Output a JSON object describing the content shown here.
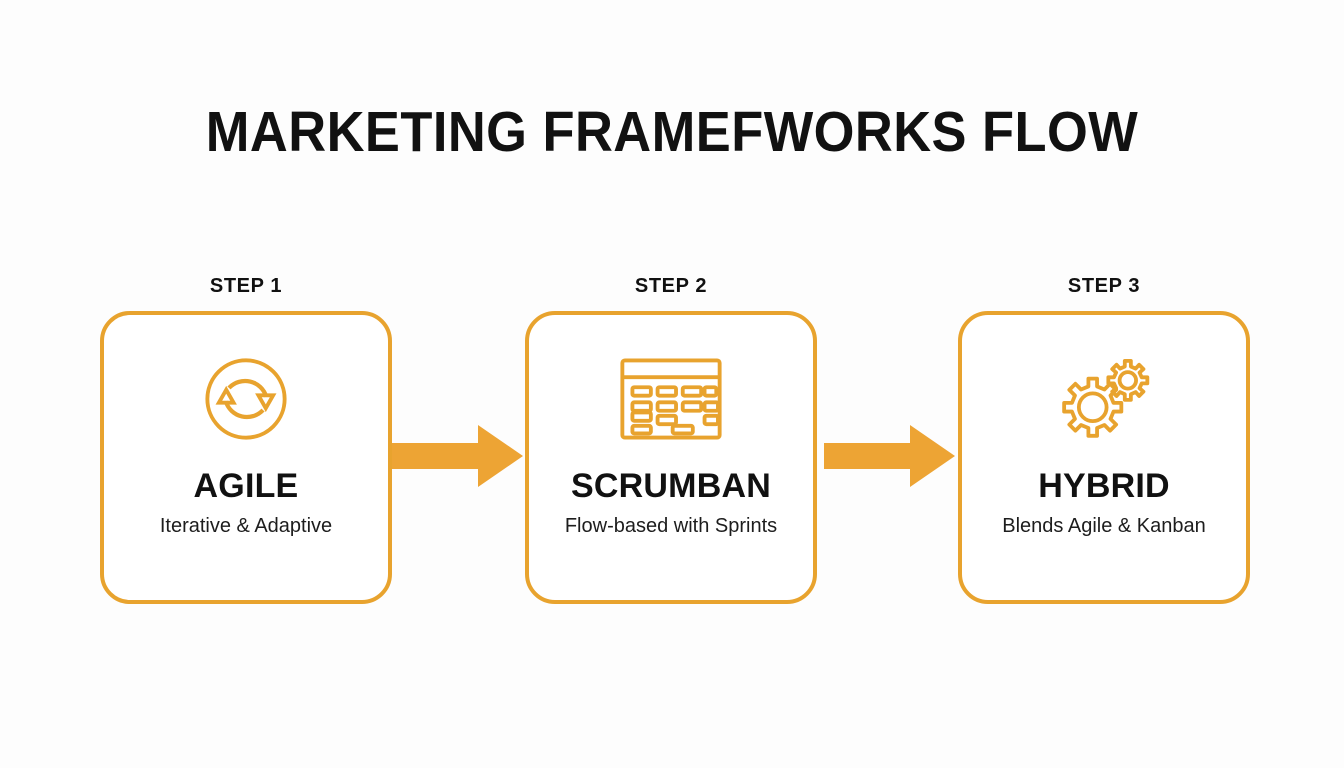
{
  "slide": {
    "title": "MARKETING FRAMEFWORKS FLOW",
    "background_color": "#fdfdfd",
    "accent_color": "#e8a32e",
    "text_color": "#111111"
  },
  "steps": [
    {
      "step_label": "STEP 1",
      "title": "AGILE",
      "subtitle": "Iterative & Adaptive",
      "icon": "refresh-cycle-icon"
    },
    {
      "step_label": "STEP 2",
      "title": "SCRUMBAN",
      "subtitle": "Flow-based with Sprints",
      "icon": "kanban-board-icon"
    },
    {
      "step_label": "STEP 3",
      "title": "HYBRID",
      "subtitle": "Blends Agile & Kanban",
      "icon": "gears-icon"
    }
  ],
  "connectors": [
    {
      "icon": "arrow-right-icon",
      "from": "AGILE",
      "to": "SCRUMBAN"
    },
    {
      "icon": "arrow-right-icon",
      "from": "SCRUMBAN",
      "to": "HYBRID"
    }
  ]
}
